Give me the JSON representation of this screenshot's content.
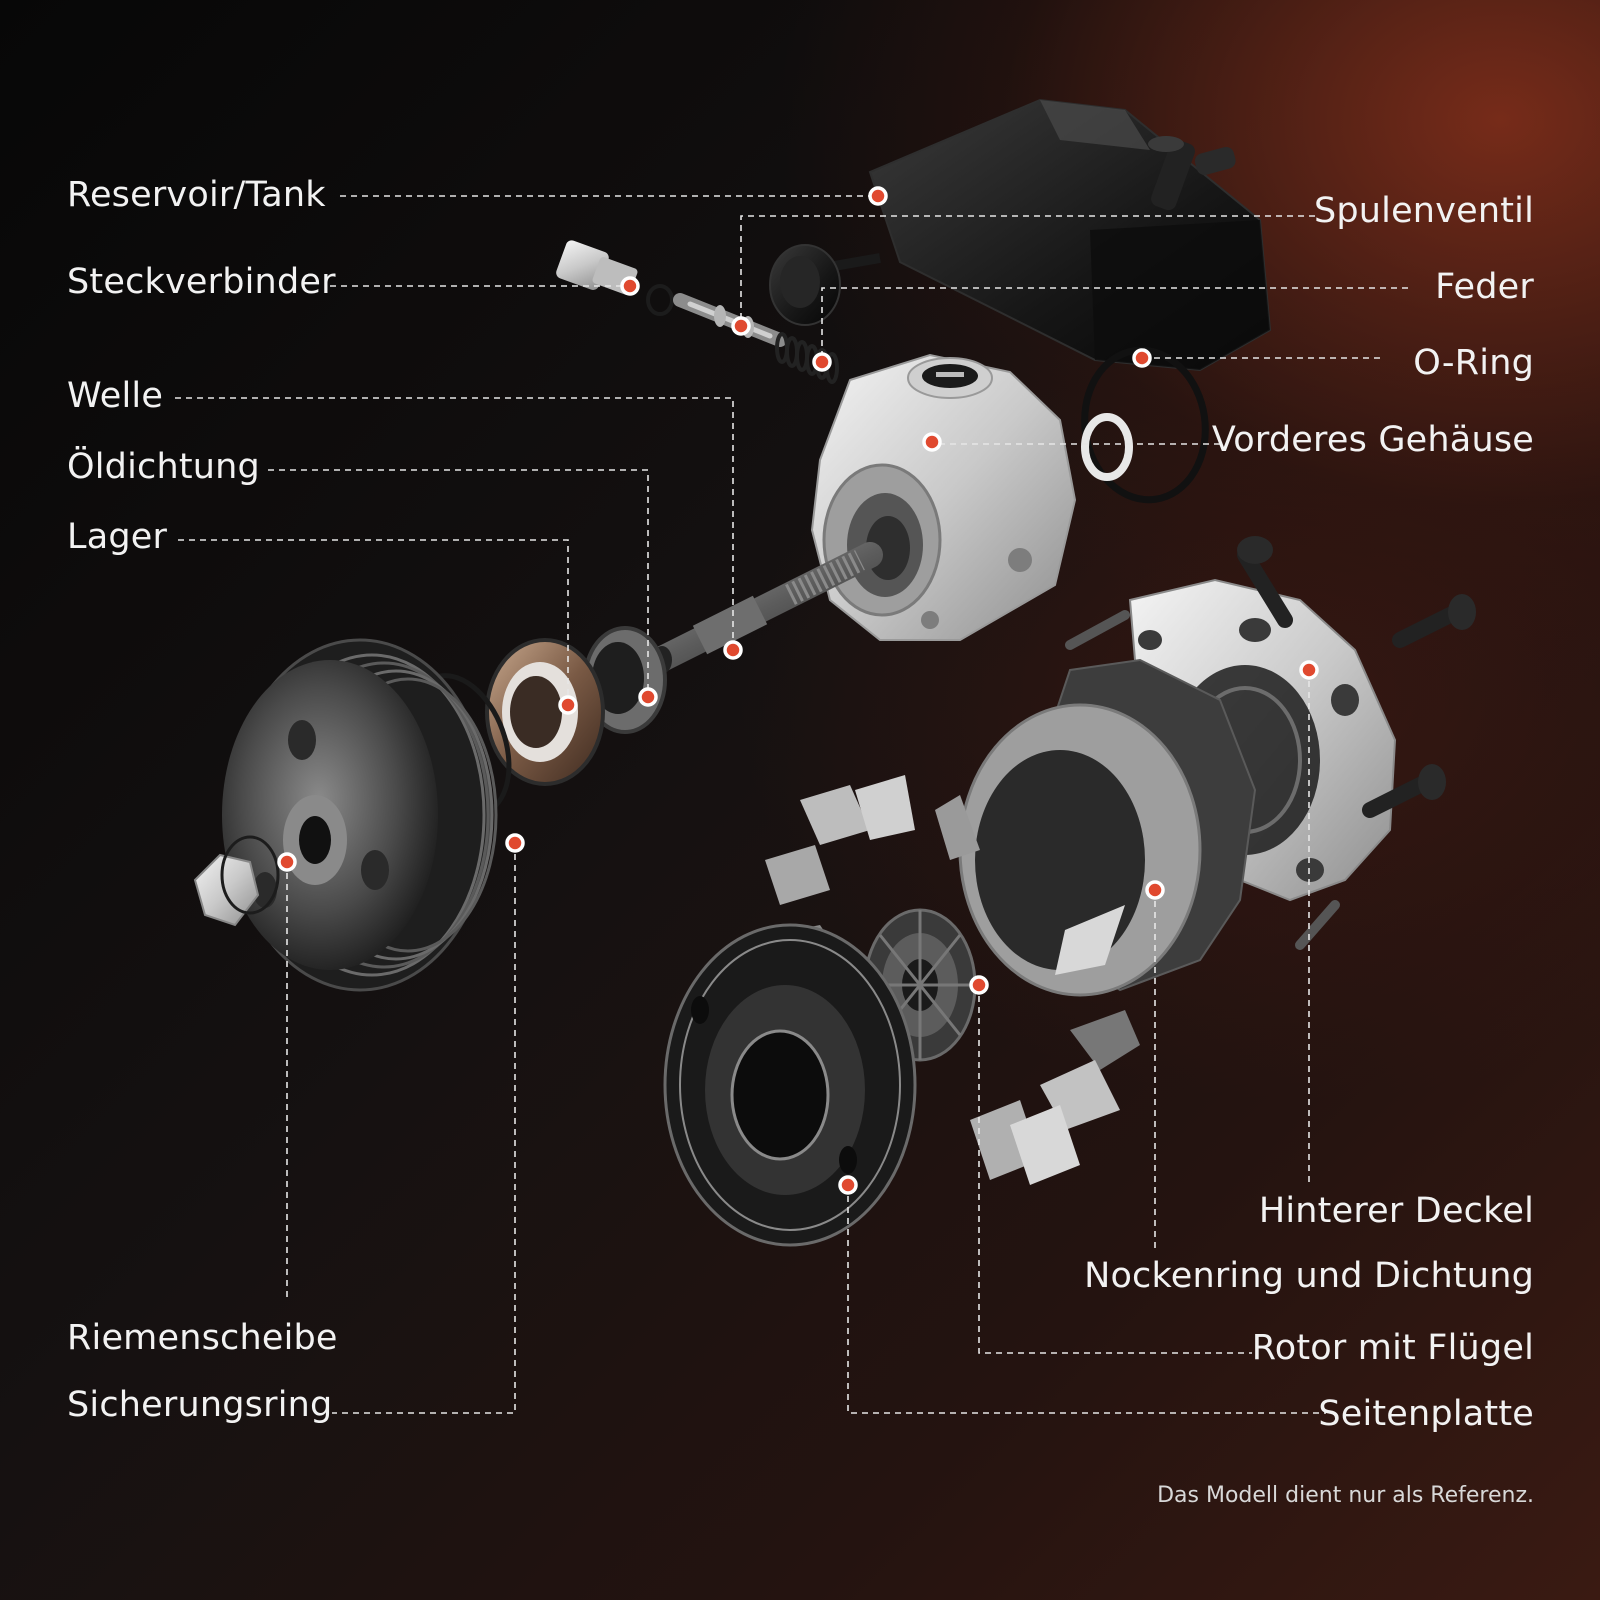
{
  "labels_left": {
    "reservoir": "Reservoir/Tank",
    "steckverbinder": "Steckverbinder",
    "welle": "Welle",
    "oeldichtung": "Öldichtung",
    "lager": "Lager",
    "riemenscheibe": "Riemenscheibe",
    "sicherungsring": "Sicherungsring"
  },
  "labels_right": {
    "spulenventil": "Spulenventil",
    "feder": "Feder",
    "oring": "O-Ring",
    "vorderes_gehaeuse": "Vorderes Gehäuse",
    "hinterer_deckel": "Hinterer Deckel",
    "nockenring": "Nockenring und Dichtung",
    "rotor": "Rotor mit Flügel",
    "seitenplatte": "Seitenplatte"
  },
  "footnote": "Das Modell dient nur als Referenz.",
  "colors": {
    "marker_fill": "#e0492f",
    "marker_ring": "#ffffff",
    "leader_line": "#e6e6e6",
    "accent_glow": "#96341c"
  }
}
